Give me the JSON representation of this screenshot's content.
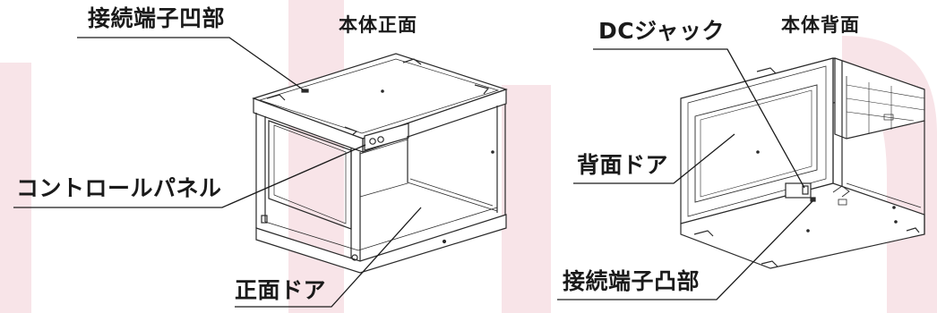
{
  "headings": {
    "front_view": "本体正面",
    "back_view": "本体背面"
  },
  "callouts": {
    "terminal_recess": "接続端子凹部",
    "control_panel": "コントロールパネル",
    "front_door": "正面ドア",
    "dc_jack": "DCジャック",
    "back_door": "背面ドア",
    "terminal_protrusion": "接続端子凸部"
  },
  "colors": {
    "background": "#ffffff",
    "watermark": "#f8e4e8",
    "line": "#2a2a2a",
    "text": "#1a1a1a"
  }
}
